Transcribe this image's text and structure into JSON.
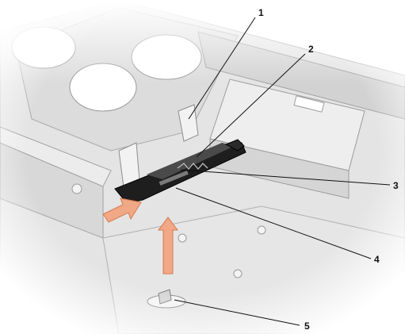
{
  "colors": {
    "background": "#ffffff",
    "chassis_fill": "#e4e4e4",
    "chassis_edge": "#a9a9a9",
    "chassis_shadow": "#cfcfcf",
    "latch_body": "#1e1e1e",
    "latch_highlight": "#4a4a4a",
    "arrow_fill": "#f1a886",
    "arrow_edge": "#d6794f",
    "leader_line": "#111111"
  },
  "callouts": [
    {
      "id": "1",
      "label": "1"
    },
    {
      "id": "2",
      "label": "2"
    },
    {
      "id": "3",
      "label": "3"
    },
    {
      "id": "4",
      "label": "4"
    },
    {
      "id": "5",
      "label": "5"
    }
  ],
  "arrows": [
    {
      "id": "push-arrow",
      "direction": "right"
    },
    {
      "id": "lift-arrow",
      "direction": "up"
    }
  ]
}
